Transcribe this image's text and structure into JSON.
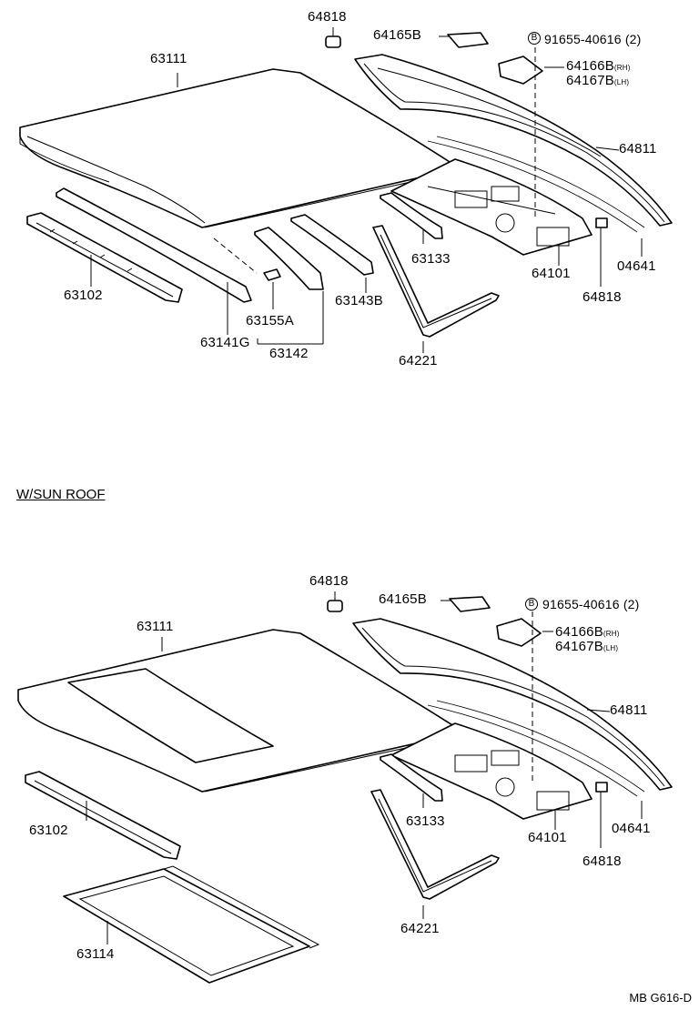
{
  "top": {
    "p63111": "63111",
    "p64818a": "64818",
    "p64165b": "64165B",
    "bolt_letter": "B",
    "bolt": "91655-40616 (2)",
    "p64166b": "64166B",
    "p64166b_side": "(RH)",
    "p64167b": "64167B",
    "p64167b_side": "(LH)",
    "p64811": "64811",
    "p63133": "63133",
    "p64101": "64101",
    "p04641": "04641",
    "p64818b": "64818",
    "p63102": "63102",
    "p63143b": "63143B",
    "p63155a": "63155A",
    "p63141g": "63141G",
    "p63142": "63142",
    "p64221": "64221"
  },
  "section_title": "W/SUN ROOF",
  "bottom": {
    "p64818a": "64818",
    "p64165b": "64165B",
    "bolt_letter": "B",
    "bolt": "91655-40616 (2)",
    "p63111": "63111",
    "p64166b": "64166B",
    "p64166b_side": "(RH)",
    "p64167b": "64167B",
    "p64167b_side": "(LH)",
    "p64811": "64811",
    "p63102": "63102",
    "p63133": "63133",
    "p64101": "64101",
    "p04641": "04641",
    "p64818b": "64818",
    "p64221": "64221",
    "p63114": "63114"
  },
  "figure_code": "MB G616-D"
}
